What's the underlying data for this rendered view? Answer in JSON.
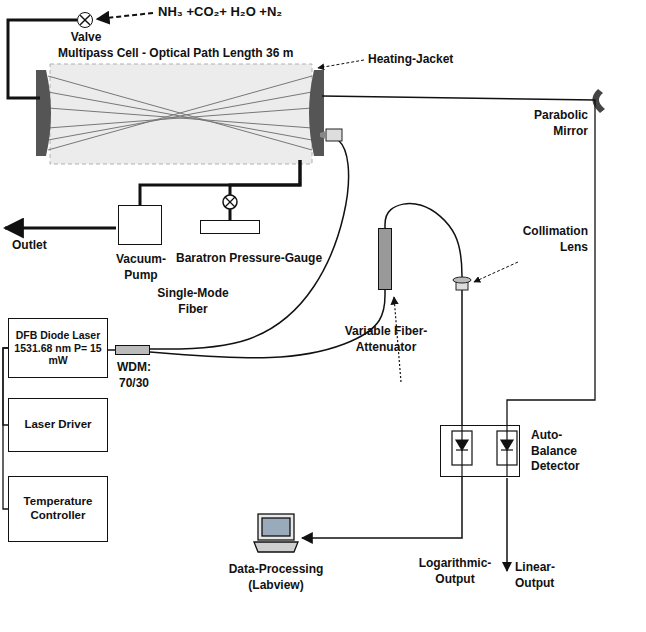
{
  "diagram": {
    "nodes": [
      {
        "text": [
          "Multipass Cell - Optical Path Length 36 m"
        ]
      },
      {
        "text": [
          "Valve"
        ]
      },
      {
        "text": [
          "Vacuum-Pump"
        ]
      },
      {
        "text": [
          "Baratron Pressure-Gauge"
        ]
      },
      {
        "text": [
          "DFB Diode Laser 1531.68 nm P= 15 mW"
        ]
      },
      {
        "text": [
          "Laser Driver"
        ]
      },
      {
        "text": [
          "Temperature Controller"
        ]
      },
      {
        "text": [
          "WDM: 70/30"
        ]
      },
      {
        "text": [
          "Variable Fiber-Attenuator"
        ]
      },
      {
        "text": [
          "Auto-Balance Detector"
        ]
      },
      {
        "text": [
          "Data-Processing (Labview)"
        ]
      }
    ],
    "edges": [
      {
        "from": 1,
        "to": 0,
        "arrow": "none"
      },
      {
        "from": 0,
        "to": 2,
        "arrow": "none"
      },
      {
        "from": 0,
        "to": 3,
        "arrow": "none"
      },
      {
        "from": 4,
        "to": 5,
        "arrow": "none"
      },
      {
        "from": 4,
        "to": 6,
        "arrow": "none"
      },
      {
        "from": 4,
        "to": 7,
        "arrow": "none"
      },
      {
        "from": 7,
        "to": 0,
        "arrow": "none"
      },
      {
        "from": 7,
        "to": 8,
        "arrow": "none"
      },
      {
        "from": 8,
        "to": 9,
        "arrow": "none"
      },
      {
        "from": 0,
        "to": 9,
        "arrow": "none"
      },
      {
        "from": 9,
        "to": 10,
        "arrow": "to"
      }
    ],
    "labels": [
      "NH₃ +CO₂+ H₂O +N₂",
      "Heating-Jacket",
      "Parabolic Mirror",
      "Outlet",
      "Single-Mode Fiber",
      "Collimation Lens",
      "Logarithmic-Output",
      "Linear-Output"
    ]
  }
}
